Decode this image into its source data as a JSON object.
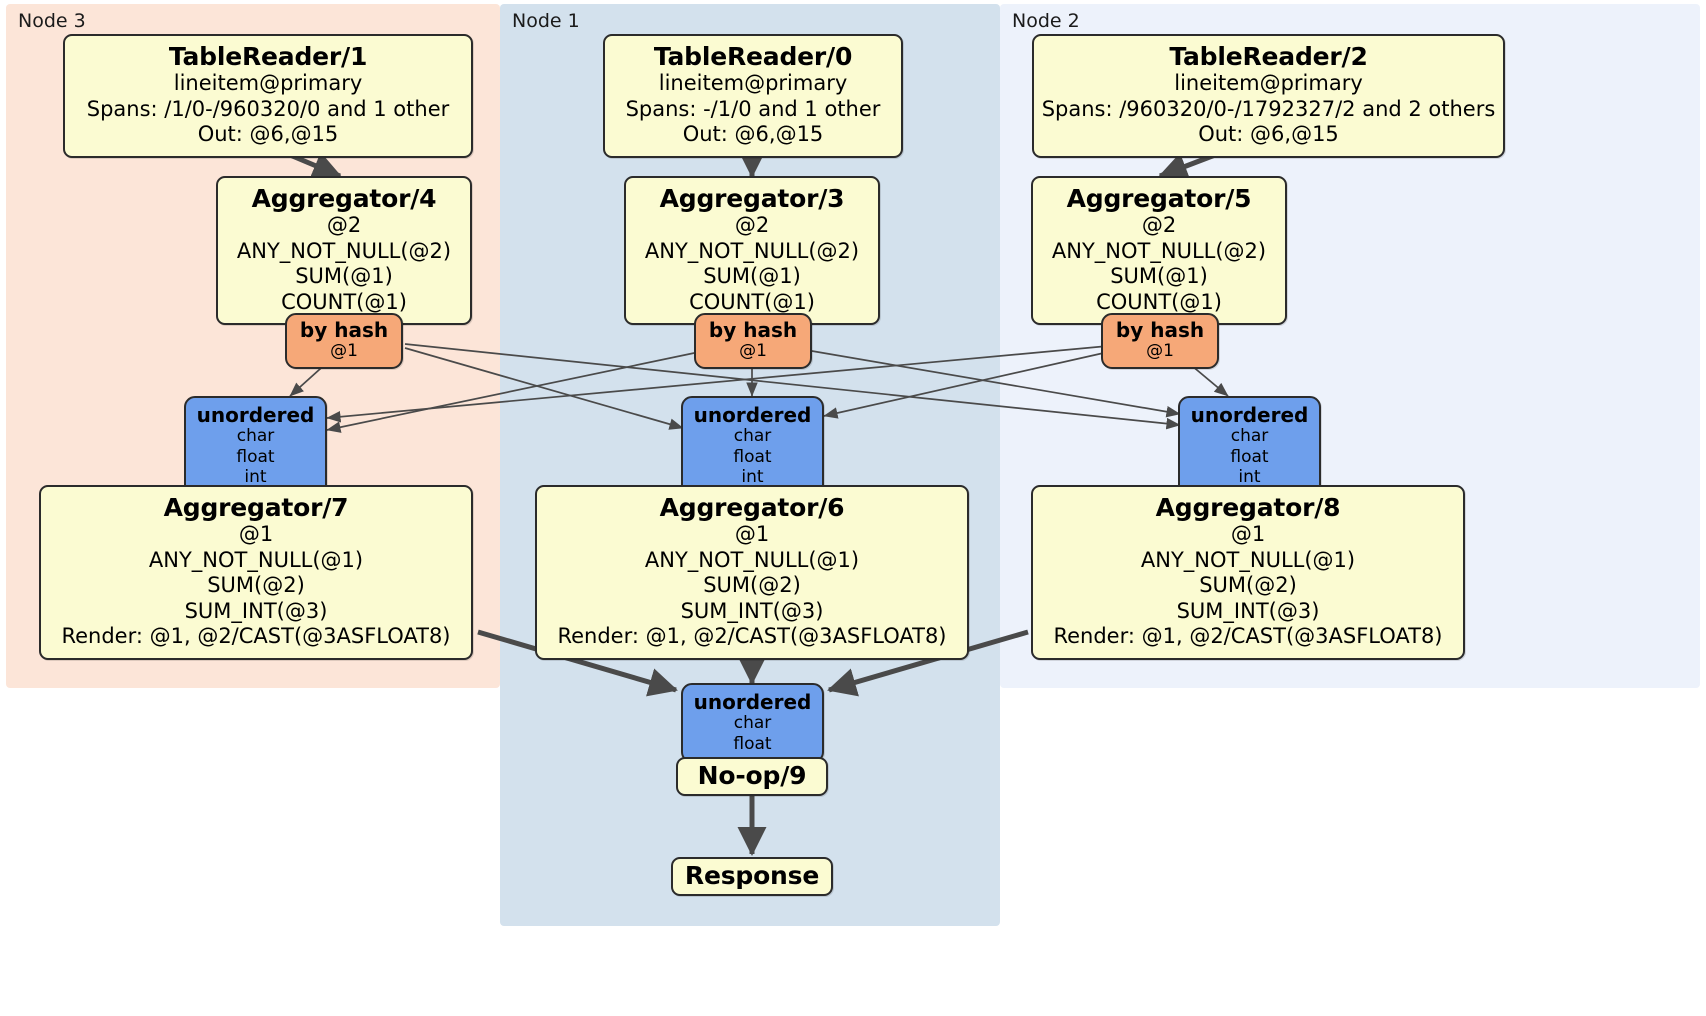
{
  "diagram": {
    "kind": "distributed-query-plan",
    "nodes": [
      {
        "key": "node3",
        "label": "Node 3",
        "color": "#fce5d8"
      },
      {
        "key": "node1",
        "label": "Node 1",
        "color": "#d3e1ed"
      },
      {
        "key": "node2",
        "label": "Node 2",
        "color": "#edf2fb"
      }
    ]
  },
  "processors": {
    "table_reader_1": {
      "title": "TableReader/1",
      "line1": "lineitem@primary",
      "line2": "Spans: /1/0-/960320/0 and 1 other",
      "line3": "Out: @6,@15"
    },
    "table_reader_0": {
      "title": "TableReader/0",
      "line1": "lineitem@primary",
      "line2": "Spans: -/1/0 and 1 other",
      "line3": "Out: @6,@15"
    },
    "table_reader_2": {
      "title": "TableReader/2",
      "line1": "lineitem@primary",
      "line2": "Spans: /960320/0-/1792327/2 and 2 others",
      "line3": "Out: @6,@15"
    },
    "aggregator_4": {
      "title": "Aggregator/4",
      "line1": "@2",
      "line2": "ANY_NOT_NULL(@2)",
      "line3": "SUM(@1)",
      "line4": "COUNT(@1)"
    },
    "aggregator_3": {
      "title": "Aggregator/3",
      "line1": "@2",
      "line2": "ANY_NOT_NULL(@2)",
      "line3": "SUM(@1)",
      "line4": "COUNT(@1)"
    },
    "aggregator_5": {
      "title": "Aggregator/5",
      "line1": "@2",
      "line2": "ANY_NOT_NULL(@2)",
      "line3": "SUM(@1)",
      "line4": "COUNT(@1)"
    },
    "aggregator_7": {
      "title": "Aggregator/7",
      "line1": "@1",
      "line2": "ANY_NOT_NULL(@1)",
      "line3": "SUM(@2)",
      "line4": "SUM_INT(@3)",
      "line5": "Render: @1, @2/CAST(@3ASFLOAT8)"
    },
    "aggregator_6": {
      "title": "Aggregator/6",
      "line1": "@1",
      "line2": "ANY_NOT_NULL(@1)",
      "line3": "SUM(@2)",
      "line4": "SUM_INT(@3)",
      "line5": "Render: @1, @2/CAST(@3ASFLOAT8)"
    },
    "aggregator_8": {
      "title": "Aggregator/8",
      "line1": "@1",
      "line2": "ANY_NOT_NULL(@1)",
      "line3": "SUM(@2)",
      "line4": "SUM_INT(@3)",
      "line5": "Render: @1, @2/CAST(@3ASFLOAT8)"
    },
    "noop_9": {
      "title": "No-op/9"
    },
    "response": {
      "title": "Response"
    }
  },
  "routers": {
    "by_hash_left": {
      "title": "by hash",
      "line1": "@1"
    },
    "by_hash_mid": {
      "title": "by hash",
      "line1": "@1"
    },
    "by_hash_right": {
      "title": "by hash",
      "line1": "@1"
    },
    "unordered_left": {
      "title": "unordered",
      "line1": "char",
      "line2": "float",
      "line3": "int"
    },
    "unordered_mid": {
      "title": "unordered",
      "line1": "char",
      "line2": "float",
      "line3": "int"
    },
    "unordered_right": {
      "title": "unordered",
      "line1": "char",
      "line2": "float",
      "line3": "int"
    },
    "unordered_final": {
      "title": "unordered",
      "line1": "char",
      "line2": "float"
    }
  },
  "colors": {
    "processor_fill": "#fbfbd2",
    "hash_router_fill": "#f6a878",
    "unordered_router_fill": "#6e9fec",
    "node3_panel": "#fce5d8",
    "node1_panel": "#d3e1ed",
    "node2_panel": "#edf2fb",
    "edge_stroke": "#4a4a4a",
    "border": "#2b2b2b"
  }
}
